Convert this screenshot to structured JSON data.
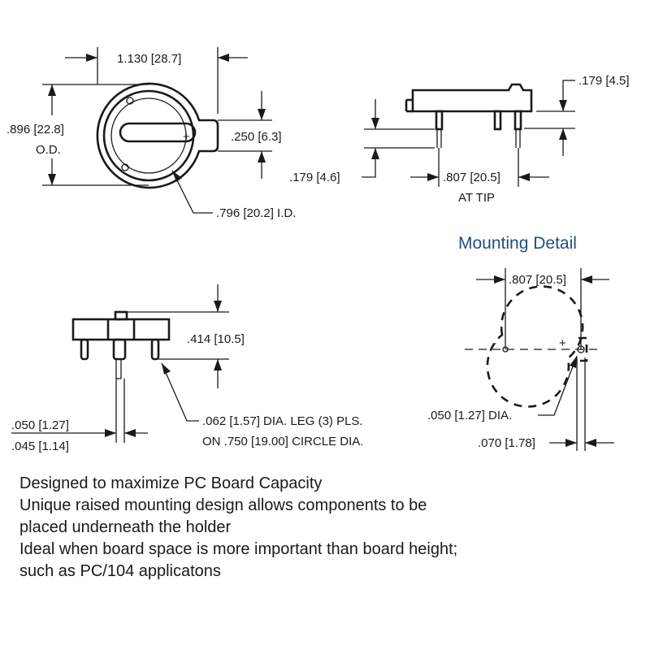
{
  "top_view": {
    "overall_length": "1.130 [28.7]",
    "outer_diameter_line1": ".896 [22.8]",
    "outer_diameter_line2": "O.D.",
    "tab_height": ".250 [6.3]",
    "inner_diameter": ".796 [20.2] I.D.",
    "polarity": "+"
  },
  "side_view": {
    "top_height": ".179 [4.5]",
    "leg_length": ".179 [4.6]",
    "tip_spacing": ".807 [20.5]",
    "tip_label": "AT TIP"
  },
  "front_view": {
    "body_height": ".414 [10.5]",
    "leg_max": ".050 [1.27]",
    "leg_min": ".045 [1.14]",
    "leg_note_line1": ".062 [1.57] DIA. LEG (3) PLS.",
    "leg_note_line2": "ON .750 [19.00] CIRCLE DIA."
  },
  "mounting_detail": {
    "title": "Mounting Detail",
    "pin_spacing": ".807 [20.5]",
    "hole_diameter": ".050 [1.27] DIA.",
    "offset": ".070 [1.78]",
    "minus": "-",
    "plus": "+"
  },
  "notes": [
    "Designed to maximize PC Board Capacity",
    "Unique raised mounting design allows components to be placed underneath the holder",
    "Ideal when board space is more important than board height; such as PC/104 applicatons"
  ]
}
